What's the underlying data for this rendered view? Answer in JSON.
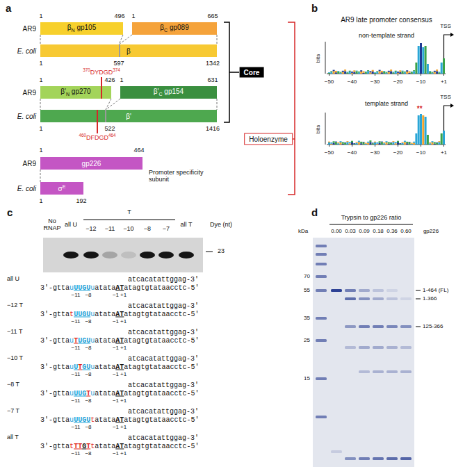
{
  "diagram": {
    "nodes": [
      {
        "text": [
          "βN gp105"
        ]
      },
      {
        "text": [
          "βC gp089"
        ]
      },
      {
        "text": [
          "β"
        ]
      },
      {
        "text": [
          "Core"
        ]
      },
      {
        "text": [
          "β'N gp270"
        ]
      },
      {
        "text": [
          "β'C gp154"
        ]
      },
      {
        "text": [
          "β'"
        ]
      },
      {
        "text": [
          "gp226"
        ]
      },
      {
        "text": [
          "σE"
        ]
      },
      {
        "text": [
          "Holoenzyme"
        ]
      }
    ],
    "labels": [
      "a",
      "AR9",
      "1",
      "496",
      "1",
      "665",
      "E. coli",
      "1",
      "597",
      "1342",
      "370DYDGD374",
      "AR9",
      "1",
      "426",
      "1",
      "631",
      "E. coli",
      "1",
      "522",
      "1416",
      "460DFDGD464",
      "AR9",
      "1",
      "464",
      "Promoter specificity subunit",
      "E. coli",
      "1",
      "192",
      "b",
      "AR9 late promoter consensus",
      "non-template strand",
      "bits",
      "TSS",
      "−50",
      "−40",
      "−30",
      "−20",
      "−10",
      "+1",
      "template strand",
      "bits",
      "**",
      "TSS",
      "−50",
      "−40",
      "−30",
      "−20",
      "−10",
      "+1",
      "c",
      "No RNAP",
      "all U",
      "T",
      "−12",
      "−11",
      "−10",
      "−8",
      "−7",
      "all T",
      "Dye (nt)",
      "23",
      "all U",
      "atcacatattggag-3'",
      "3'-gttauUUGUuatataATatagtgtataacctc-5'",
      "−11",
      "−8",
      "−1",
      "+1",
      "−12 T",
      "atcacatattggag-3'",
      "3'-gttatUUGUuatataATatagtgtataacctc-5'",
      "−11",
      "−8",
      "−1",
      "+1",
      "−11 T",
      "atcacatattggag-3'",
      "3'-gttauTUGUuatataATatagtgtataacctc-5'",
      "−11",
      "−8",
      "−1",
      "+1",
      "−10 T",
      "atcacatattggag-3'",
      "3'-gttauUTGUuatataATatagtgtataacctc-5'",
      "−11",
      "−8",
      "−1",
      "+1",
      "−8 T",
      "atcacatattggag-3'",
      "3'-gttauUUGTuatataATatagtgtataacctc-5'",
      "−11",
      "−8",
      "−1",
      "+1",
      "−7 T",
      "atcacatattggag-3'",
      "3'-gttauUUGUtatataATatagtgtataacctc-5'",
      "−11",
      "−8",
      "−1",
      "+1",
      "all T",
      "atcacatattggag-3'",
      "3'-gttatTTGTtatataATatagtgtataacctc-5'",
      "−11",
      "−8",
      "−1",
      "+1",
      "d",
      "Trypsin to gp226 ratio",
      "0.00",
      "0.03",
      "0.09",
      "0.18",
      "0.36",
      "0.60",
      "gp226",
      "kDa",
      "70",
      "55",
      "35",
      "25",
      "15",
      "1-464 (FL)",
      "1-366",
      "125-366"
    ]
  }
}
